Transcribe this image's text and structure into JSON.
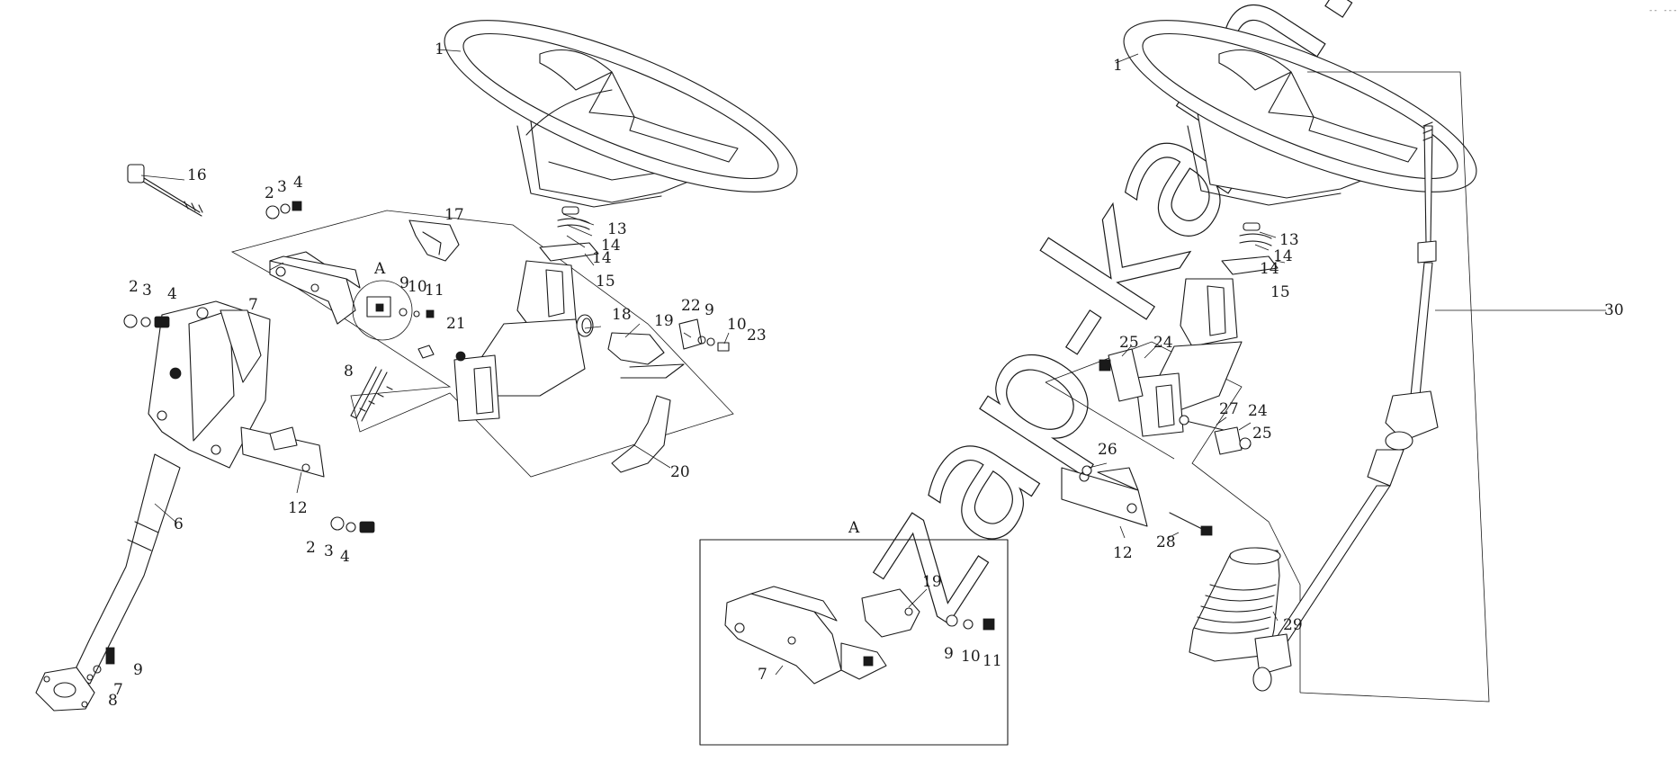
{
  "diagram": {
    "inset_title": "A",
    "detail_marker": "A",
    "corner_mark": "-- ---",
    "watermark": "zap-kam.ru",
    "labels": [
      {
        "id": "l1a",
        "text": "1"
      },
      {
        "id": "l16",
        "text": "16"
      },
      {
        "id": "l2a",
        "text": "2"
      },
      {
        "id": "l3a",
        "text": "3"
      },
      {
        "id": "l4a",
        "text": "4"
      },
      {
        "id": "l17",
        "text": "17"
      },
      {
        "id": "l2b",
        "text": "2"
      },
      {
        "id": "l3b",
        "text": "3"
      },
      {
        "id": "l4b",
        "text": "4"
      },
      {
        "id": "l7a",
        "text": "7"
      },
      {
        "id": "l9a",
        "text": "9"
      },
      {
        "id": "l10a",
        "text": "10"
      },
      {
        "id": "l11a",
        "text": "11"
      },
      {
        "id": "l21",
        "text": "21"
      },
      {
        "id": "l8a",
        "text": "8"
      },
      {
        "id": "l13a",
        "text": "13"
      },
      {
        "id": "l14a",
        "text": "14"
      },
      {
        "id": "l14b",
        "text": "14"
      },
      {
        "id": "l15a",
        "text": "15"
      },
      {
        "id": "l18",
        "text": "18"
      },
      {
        "id": "l19a",
        "text": "19"
      },
      {
        "id": "l22",
        "text": "22"
      },
      {
        "id": "l9b",
        "text": "9"
      },
      {
        "id": "l10b",
        "text": "10"
      },
      {
        "id": "l23",
        "text": "23"
      },
      {
        "id": "l20",
        "text": "20"
      },
      {
        "id": "l12a",
        "text": "12"
      },
      {
        "id": "l6",
        "text": "6"
      },
      {
        "id": "l2c",
        "text": "2"
      },
      {
        "id": "l3c",
        "text": "3"
      },
      {
        "id": "l4c",
        "text": "4"
      },
      {
        "id": "l9c",
        "text": "9"
      },
      {
        "id": "l7b",
        "text": "7"
      },
      {
        "id": "l8b",
        "text": "8"
      },
      {
        "id": "l19b",
        "text": "19"
      },
      {
        "id": "l7c",
        "text": "7"
      },
      {
        "id": "l9d",
        "text": "9"
      },
      {
        "id": "l10d",
        "text": "10"
      },
      {
        "id": "l11d",
        "text": "11"
      },
      {
        "id": "l1b",
        "text": "1"
      },
      {
        "id": "l13b",
        "text": "13"
      },
      {
        "id": "l14c",
        "text": "14"
      },
      {
        "id": "l14d",
        "text": "14"
      },
      {
        "id": "l15b",
        "text": "15"
      },
      {
        "id": "l25a",
        "text": "25"
      },
      {
        "id": "l24a",
        "text": "24"
      },
      {
        "id": "l27",
        "text": "27"
      },
      {
        "id": "l24b",
        "text": "24"
      },
      {
        "id": "l25b",
        "text": "25"
      },
      {
        "id": "l26",
        "text": "26"
      },
      {
        "id": "l12b",
        "text": "12"
      },
      {
        "id": "l28",
        "text": "28"
      },
      {
        "id": "l29",
        "text": "29"
      },
      {
        "id": "l30",
        "text": "30"
      }
    ]
  }
}
